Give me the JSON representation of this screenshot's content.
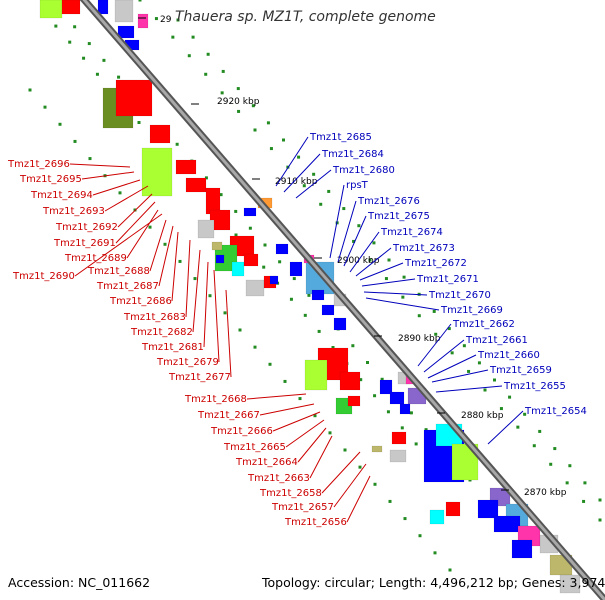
{
  "title": "Thauera sp. MZ1T, complete genome",
  "accession_label": "Accession: NC_011662",
  "topology_label": "Topology: circular; Length: 4,496,212 bp; Genes: 3,974",
  "kbp_ticks": [
    {
      "text": "2920 kbp"
    },
    {
      "text": "2910 kbp"
    },
    {
      "text": "2900 kbp"
    },
    {
      "text": "2890 kbp"
    },
    {
      "text": "2880 kbp"
    },
    {
      "text": "2870 kbp"
    },
    {
      "text": "29"
    }
  ],
  "left_labels": [
    "Tmz1t_2696",
    "Tmz1t_2695",
    "Tmz1t_2694",
    "Tmz1t_2693",
    "Tmz1t_2692",
    "Tmz1t_2691",
    "Tmz1t_2689",
    "Tmz1t_2690",
    "Tmz1t_2688",
    "Tmz1t_2687",
    "Tmz1t_2686",
    "Tmz1t_2683",
    "Tmz1t_2682",
    "Tmz1t_2681",
    "Tmz1t_2679",
    "Tmz1t_2677",
    "Tmz1t_2668",
    "Tmz1t_2667",
    "Tmz1t_2666",
    "Tmz1t_2665",
    "Tmz1t_2664",
    "Tmz1t_2663",
    "Tmz1t_2658",
    "Tmz1t_2657",
    "Tmz1t_2656"
  ],
  "right_labels": [
    "Tmz1t_2685",
    "Tmz1t_2684",
    "Tmz1t_2680",
    "rpsT",
    "Tmz1t_2676",
    "Tmz1t_2675",
    "Tmz1t_2674",
    "Tmz1t_2673",
    "Tmz1t_2672",
    "Tmz1t_2671",
    "Tmz1t_2670",
    "Tmz1t_2669",
    "Tmz1t_2662",
    "Tmz1t_2661",
    "Tmz1t_2660",
    "Tmz1t_2659",
    "Tmz1t_2655",
    "Tmz1t_2654"
  ],
  "colors": {
    "backbone": "#8a8a8a",
    "left_label": "#cc0000",
    "right_label": "#0000bb",
    "tick_dot": "#228b22",
    "feature_red": "#ff0000",
    "feature_blue": "#0000ff",
    "feature_olive": "#6b8e23",
    "feature_lime": "#aaff33",
    "feature_green": "#33cc33",
    "feature_gray": "#c8c8c8",
    "feature_cyan": "#00ffff",
    "feature_magenta": "#ff33aa",
    "feature_purple": "#8866cc",
    "feature_teal": "#55aadd",
    "feature_orange": "#ff9933",
    "feature_khaki": "#bdb76b"
  }
}
